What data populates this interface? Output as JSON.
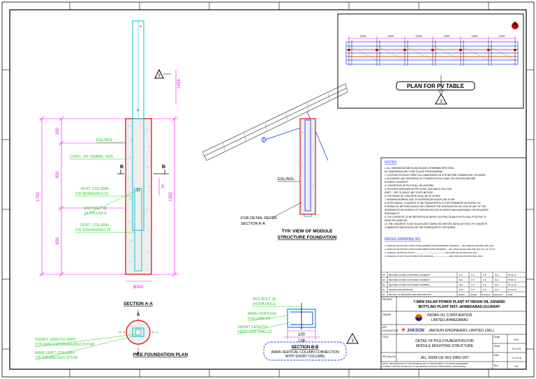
{
  "plan": {
    "title": "PLAN FOR PV TABLE",
    "section_ref": "3",
    "dims": [
      "2100",
      "2100",
      "2100",
      "2100",
      "2100",
      "2100"
    ]
  },
  "section_aa": {
    "title": "SECTION A-A",
    "labels": {
      "egl_ngl": "EGL/NGL",
      "concrete": "CONC. OF GRADE- M25",
      "vert_col": "VERT. COLUMN",
      "vert_col_spec": "C9/ 50x80x20x3.15",
      "bolt": "M12 BOLT @",
      "hole": "14 DIA HOLE",
      "short_col": "VERT. COLUMN",
      "short_col_spec": "C9/ 100x40x20x3.15",
      "b_left": "B",
      "b_right": "B",
      "dia": "Ø300"
    },
    "dims": {
      "top": "1416",
      "d300": "300",
      "d850": "850",
      "d1700": "1700",
      "d1300": "1300",
      "d650": "650",
      "d50": "50"
    },
    "ref": "3"
  },
  "typ_view": {
    "title_l1": "TYP. VIEW OF MODULE",
    "title_l2": "STRUCTURE FOUNDATION",
    "egl": "EGL/NGL",
    "detail_l1": "FOR DETAIL REFER",
    "detail_l2": "SECTION A-A"
  },
  "section_bb": {
    "bolt_l1": "M12 BOLT @",
    "bolt_l2": "14 DIA HOLE",
    "main_l1": "MAIN VERTICAL",
    "main_l2": "COLUMN C5",
    "short_l1": "SHORT LENGTH",
    "short_l2": "VERT. COLUMN C9",
    "dim1": "100",
    "dim2": "136",
    "title": "SECTION B-B",
    "caption_l1": "(MAIN VERTICAL COLUMN CONNECTION",
    "caption_l2": "WITH SHORT COLUMN)",
    "ref": "3"
  },
  "pile_plan": {
    "title": "PILE FOUNDATION PLAN",
    "short_l1": "SHORT LENGTH VERT.",
    "short_l2": "COLUMN C9/100x40x20x3.15THK.",
    "main_l1": "MAIN VERT. COLUMN",
    "main_l2": "C5/ 100x80x20x3.15THK.",
    "a": "A"
  },
  "notes": {
    "heading": "NOTES",
    "items": [
      "1.    ALL DIMENSIONS ARE IN MM UNLESS OTHERWISE SPECIFIED.",
      "       NO DIMENSIONS ARE TO BE SCALED FROM DRAWING.",
      "2.    CONTRACTOR MUST VERIFY ALL DIMENSIONS ON SITE BEFORE COMMENCING THE WORK.",
      "3.    ALIGNMENT AND CENTERING OF FOUNDATION PILE SHALL BE CHECKED BEFORE",
      "       POURING CONCRETE.",
      "4.    CONCRETING OF PILE SHALL BE UNIFORM.",
      "5.    PILES ARE DESIGNED AS PER IS:456 -2000 AND IS 2911-2010",
      "       (PART I - SEC 2) USING LIMIT STATE METHOD.",
      "6.    THE GRADE OF CONCRETE SHALL BE OF 25 MPA",
      "7.    MAXIMUM NOMINAL SIZE OF AGGREGATES SHOULD BE 20 MM",
      "8.    AFTER MIXING, CONCRETE TO BE TRANSPORTED TO THE FORMWORK AS RAPIDLY AS",
      "       POSSIBLE BY METHODS WHICH WILL PREVENT THE SEGREGATION OR LOSS OF ANY OF THE",
      "       INGREDIENTS OR INGRESS OF FOREIGN MATTER OR WATER AND MAINTAINING THE REQUIRED",
      "       WORKABILITY.",
      "9.    THE CONCRETE TO BE DEPOSITED AS NEARLY AS PRACTICABLE IN ITS FINAL POSITION TO",
      "       AVOID RE-HANDLING.",
      "10.  THE CONCRETE TO BE PLACED AND COMPACTED BEFORE INITIAL SETTING OF CONCRETE",
      "       COMMENCES AND SHOULD NOT BE SUBSEQUENTLY DISTURBED."
    ]
  },
  "refer": {
    "heading": "REFER DRAWING NO.",
    "items": [
      "1. MODULE MOUNTING STRUCTURE GENERAL ARRANGEMENT DRAWING ---JEL-S028-CE-001-DRG-005_R04",
      "2. MODULE MOUNTING STRUCTURE FABRICATION DRAWING ---JEL-S028-CE-001-DRG-006_R04 (SH. 01 TO 07)",
      "3. OVERALL MODULE LAYOUT -------------------------------------------JEL-S028-CE-001-DRG-001_R03",
      "4. OVERALL PLANT PILE FOUNDATION MARKING ----------------------JEL-S028-CE-001-DRG-002A_R02"
    ]
  },
  "revisions": {
    "rows": [
      [
        "04",
        "REVISED AS PER CUSTOMER COMMENT",
        "A.K.",
        "K.K.",
        "K.P.",
        "M.A.",
        "02.02.17"
      ],
      [
        "03",
        "REVISED AS PER CUSTOMER COMMENT",
        "M.K.",
        "K.K.",
        "K.P.",
        "M.A.",
        "05.01.17"
      ],
      [
        "02",
        "REVISED AS PER CUSTOMER COMMENT",
        "M.K.",
        "K.K.",
        "K.P.",
        "M.A.",
        "26.12.16"
      ],
      [
        "01",
        "ISSUED FOR APPROVAL",
        "M.K.",
        "K.K.",
        "K.P.",
        "M.A.",
        "21.12.16"
      ],
      [
        "00",
        "DETAILS OF REVISION AND DESCRIPTION",
        "Drawn",
        "Design",
        "Checked",
        "Approved",
        "Date"
      ]
    ]
  },
  "title_block": {
    "project_label": "PROJECT",
    "project_l1": "7.5MW SOLAR POWER PLANT AT INDIAN OIL SANAND",
    "project_l2": "BOTTLING PLANT DIST.-AHMEDABAD,GUJARAT",
    "owner_label": "OWNER",
    "owner_l1": "INDIAN OIL CORPORATION",
    "owner_l2": "LIMITED,AHMEDABAD",
    "epc_label_l1": "EPC",
    "epc_label_l2": "CONTRACTOR",
    "epc_logo": "JAKSON",
    "epc_name": "JAKSON ENGINEERS LIMITED (JEL)",
    "title_label": "TITLE",
    "title_l1": "DETAIL OF  PILE FOUNDATION FOR",
    "title_l2": "MODULE MOUNTING STRUCTURE",
    "scale_label": "Scale",
    "scale_value": "NTS",
    "sheet_label": "Sheet",
    "sheet_value": "01 of 01",
    "date_label": "Date",
    "date_value": "21.12.16",
    "drg_label": "JEL Dwg. No.",
    "drg_value": "JEL-S028-CE-001-DRG-007",
    "rev_label": "Rev",
    "rev_value": "04",
    "footer_l1": "NOTE: THE DRAWINGS OF THIS DRAWING SET IS THE PROPERTY OF JAKSON ENGINEERS",
    "footer_l2": "LIMITED. COPYING OR REUSE OF THE DRAWING WITHOUT PERMISSION IS PROHIBITED."
  },
  "colors": {
    "magenta": "#ff00ff",
    "green": "#22cc22",
    "cyan": "#00bcd4",
    "blue": "#1a3cff",
    "red": "#e00000",
    "concrete": "#e8e8e8"
  }
}
